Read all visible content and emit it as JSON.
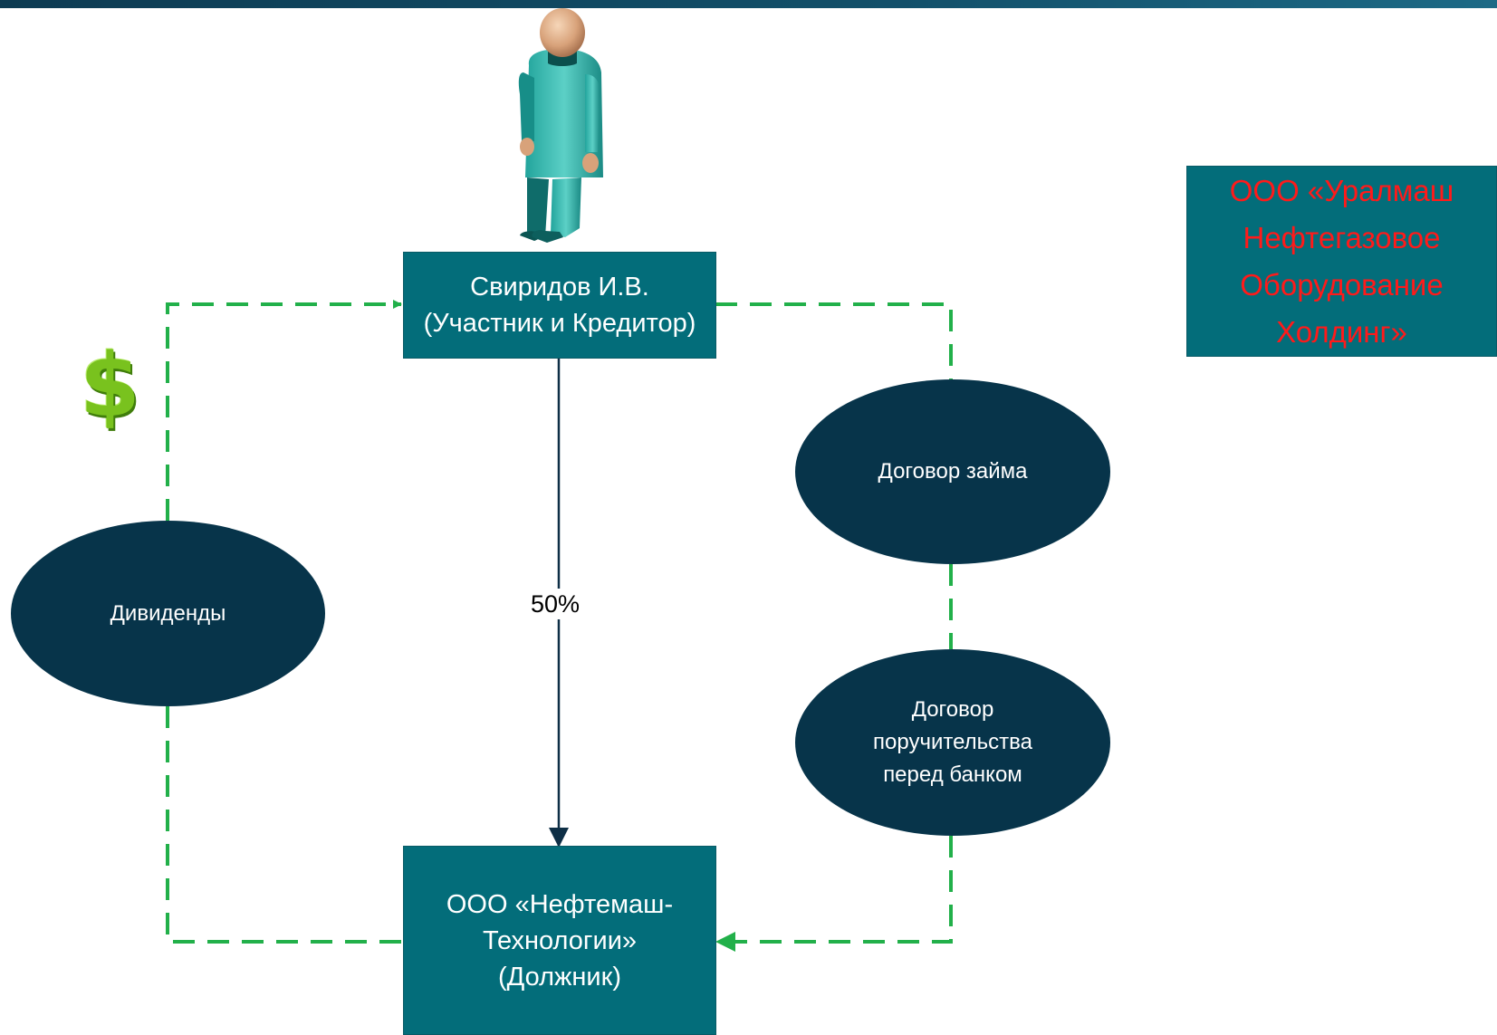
{
  "participant_box": {
    "label": "Свиридов И.В.\n(Участник и Кредитор)"
  },
  "debtor_box": {
    "label": "ООО «Нефтемаш-\nТехнологии»\n(Должник)"
  },
  "holding_box": {
    "label": "ООО «Уралмаш\nНефтегазовое\nОборудование\nХолдинг»"
  },
  "ellipses": {
    "dividends": "Дивиденды",
    "loan": "Договор займа",
    "guarantee": "Договор\nпоручительства\nперед банком"
  },
  "share_label": "50%",
  "icons": {
    "person": "person-icon",
    "dollar": "dollar-icon",
    "dollar_glyph": "$"
  },
  "colors": {
    "box_fill": "#036d7a",
    "ellipse_fill": "#07344a",
    "dashed_arrow": "#22b04a",
    "solid_arrow": "#0e2f46",
    "holding_text": "#ff1a1a",
    "dollar": "#79c21e"
  }
}
